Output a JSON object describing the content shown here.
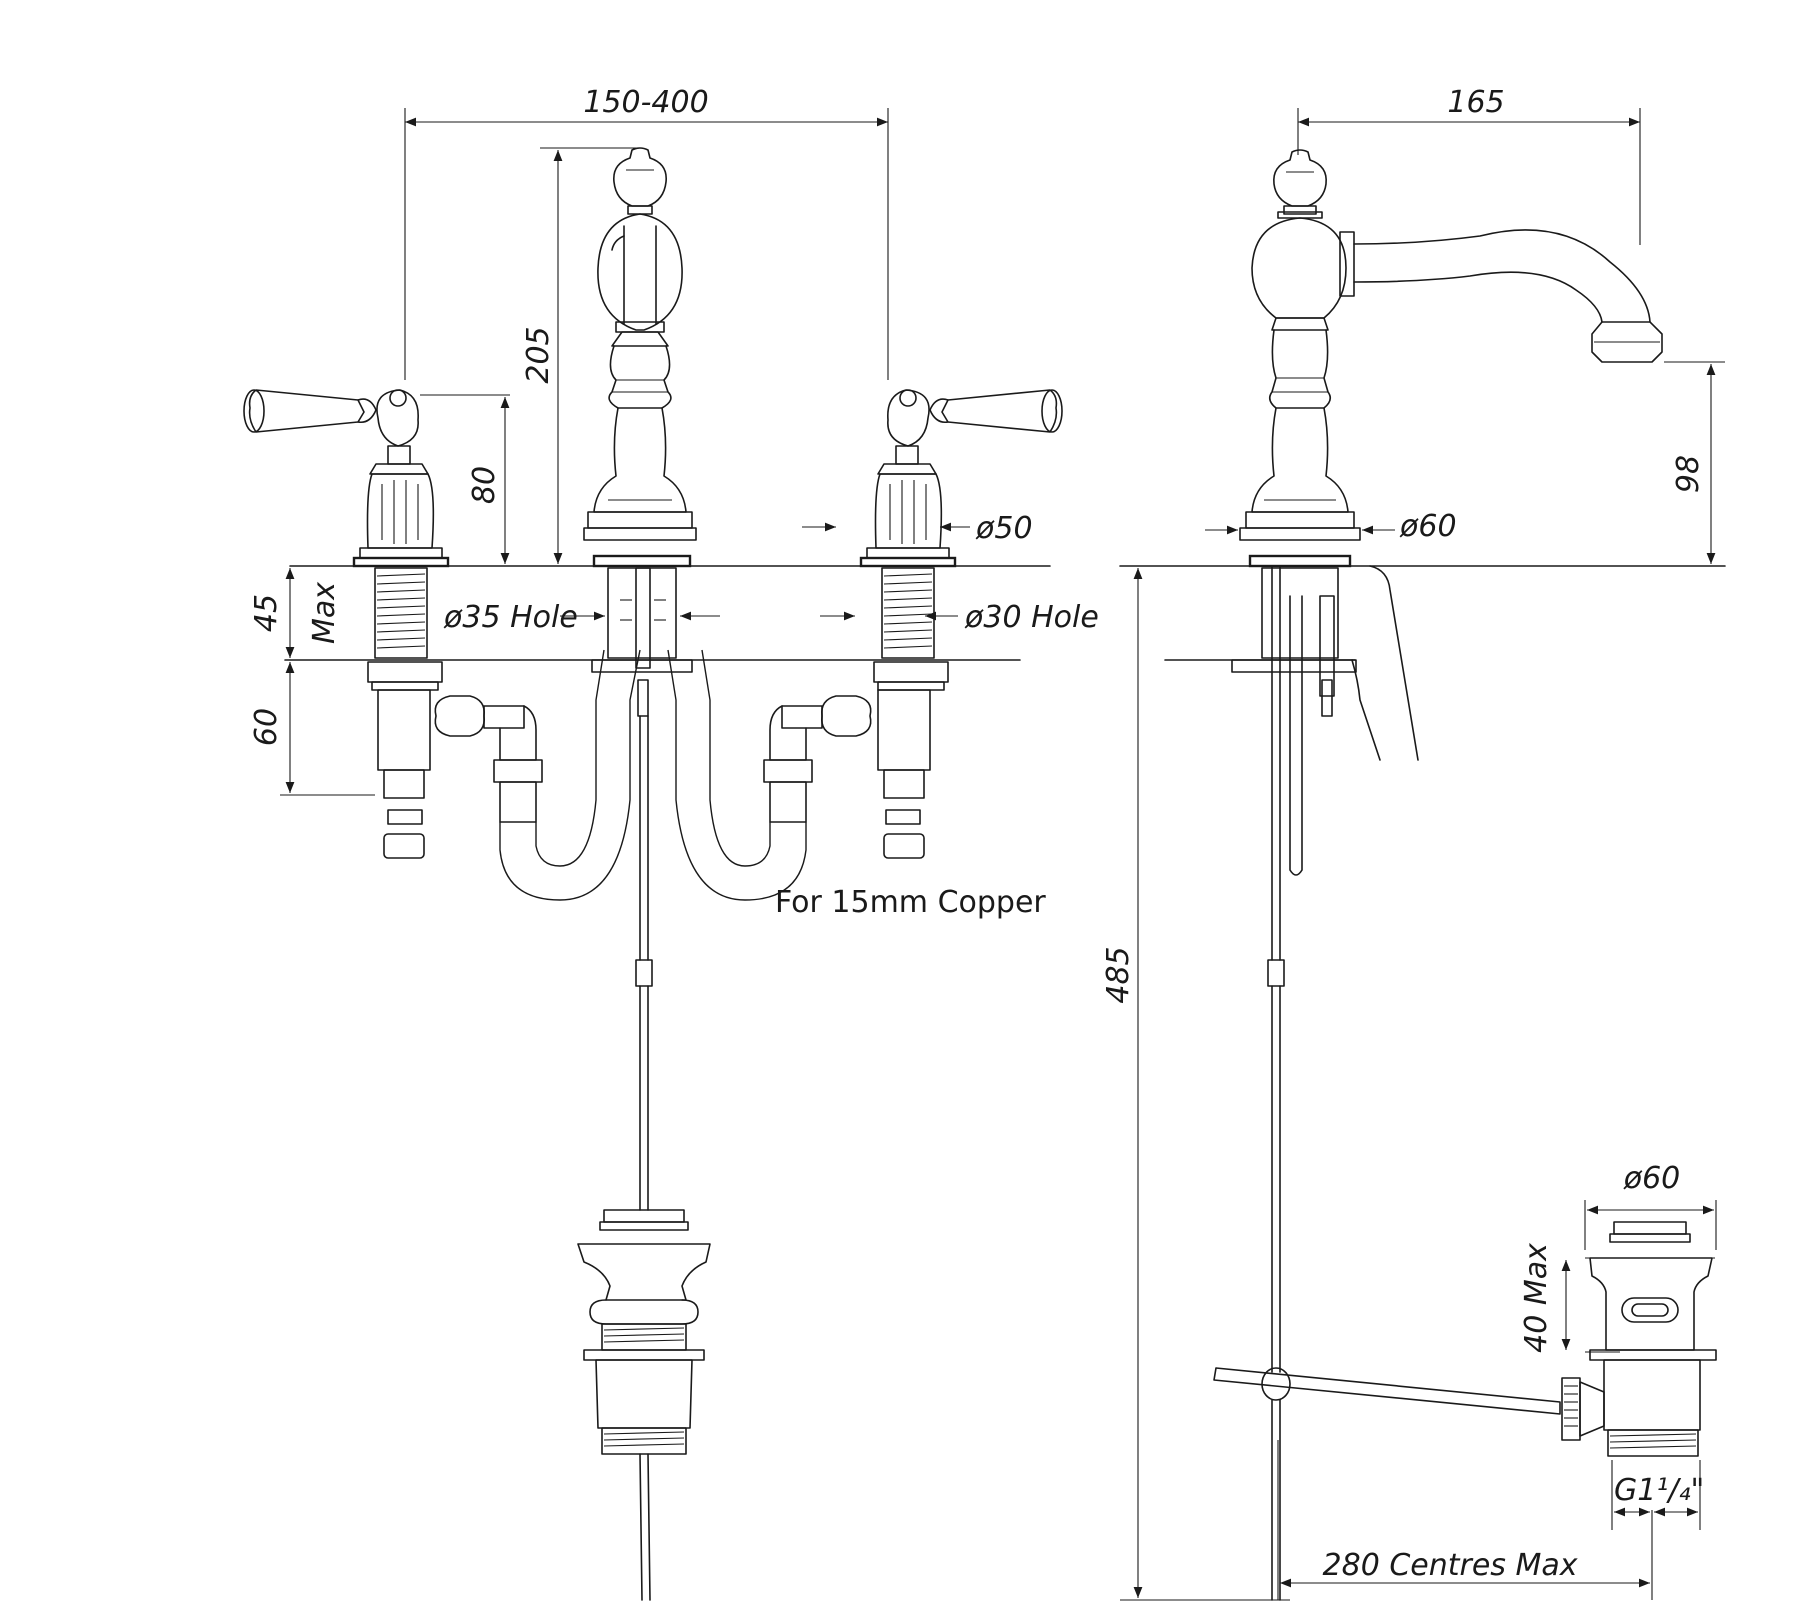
{
  "dimensions": {
    "d150_400": "150-400",
    "d205": "205",
    "d80": "80",
    "d45": "45",
    "dmax": "Max",
    "d60_left": "60",
    "d35hole": "ø35 Hole",
    "d30hole": "ø30 Hole",
    "d50": "ø50",
    "d165": "165",
    "d98": "98",
    "d60_dia": "ø60",
    "d485": "485",
    "d60_waste": "ø60",
    "d40max": "40 Max",
    "g114": "G1¹/₄\"",
    "d280": "280 Centres Max"
  },
  "notes": {
    "copper": "For 15mm Copper"
  }
}
